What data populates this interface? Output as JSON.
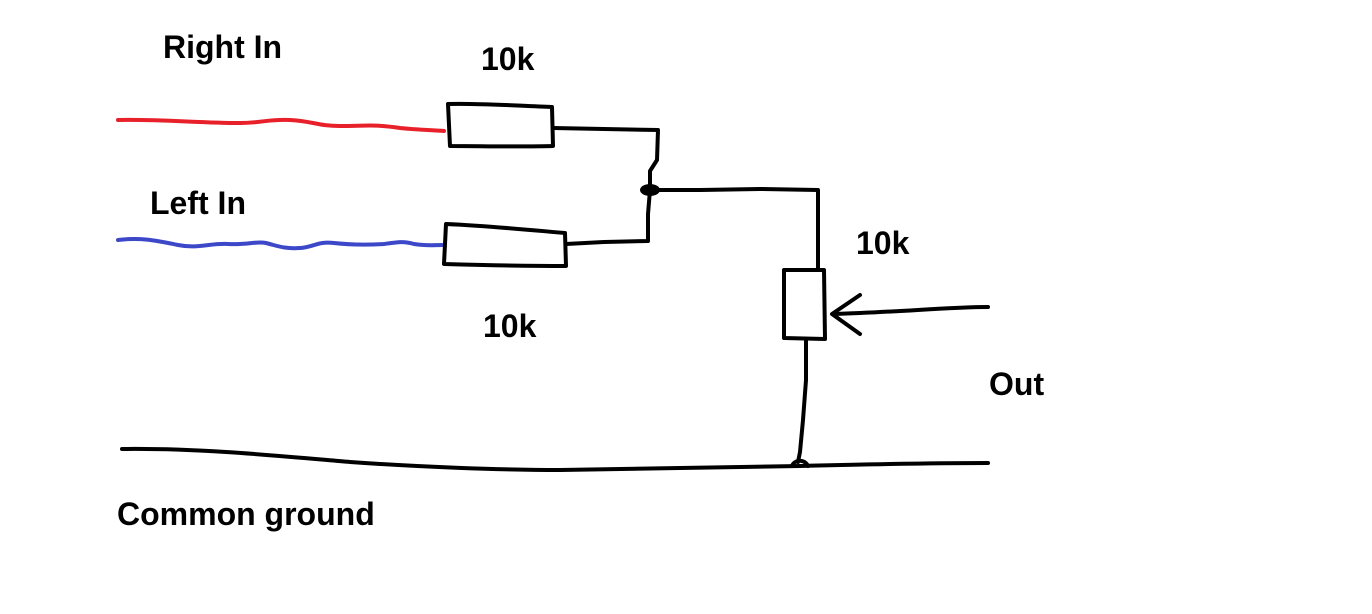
{
  "labels": {
    "right_in": "Right In",
    "left_in": "Left In",
    "r1_value": "10k",
    "r2_value": "10k",
    "pot_value": "10k",
    "out": "Out",
    "ground": "Common ground"
  },
  "colors": {
    "right_wire": "#e8202a",
    "left_wire": "#3c48c8",
    "wire": "#000000",
    "background": "#ffffff"
  },
  "icons": {
    "r1": "resistor-icon",
    "r2": "resistor-icon",
    "pot": "potentiometer-icon",
    "wiper": "arrow-left-icon",
    "junction": "junction-dot-icon"
  }
}
